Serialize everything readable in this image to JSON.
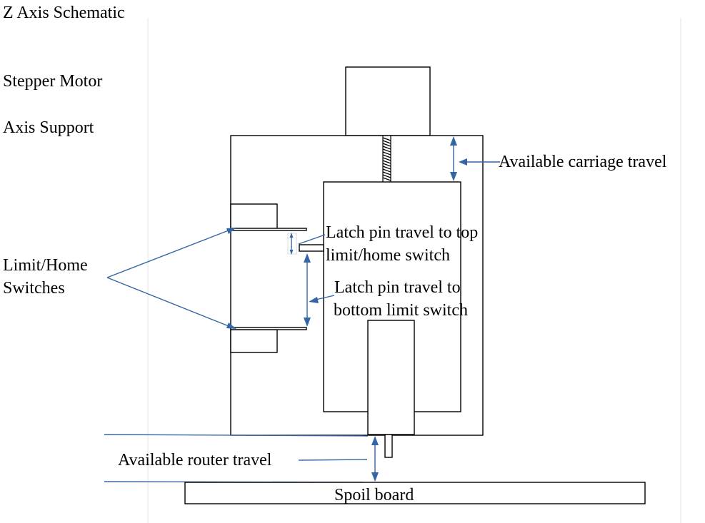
{
  "title": "Z Axis Schematic",
  "labels": {
    "stepper_motor": "Stepper Motor",
    "axis_support": "Axis Support",
    "limit_home_line1": "Limit/Home",
    "limit_home_line2": "Switches",
    "carriage_travel": "Available carriage travel",
    "latch_top_line1": "Latch pin travel to top",
    "latch_top_line2": "limit/home switch",
    "latch_bottom_line1": "Latch pin travel to",
    "latch_bottom_line2": "bottom limit switch",
    "router_travel": "Available router travel",
    "spoil_board": "Spoil board"
  },
  "colors": {
    "annotation": "#3465a4",
    "outline": "#000000"
  }
}
